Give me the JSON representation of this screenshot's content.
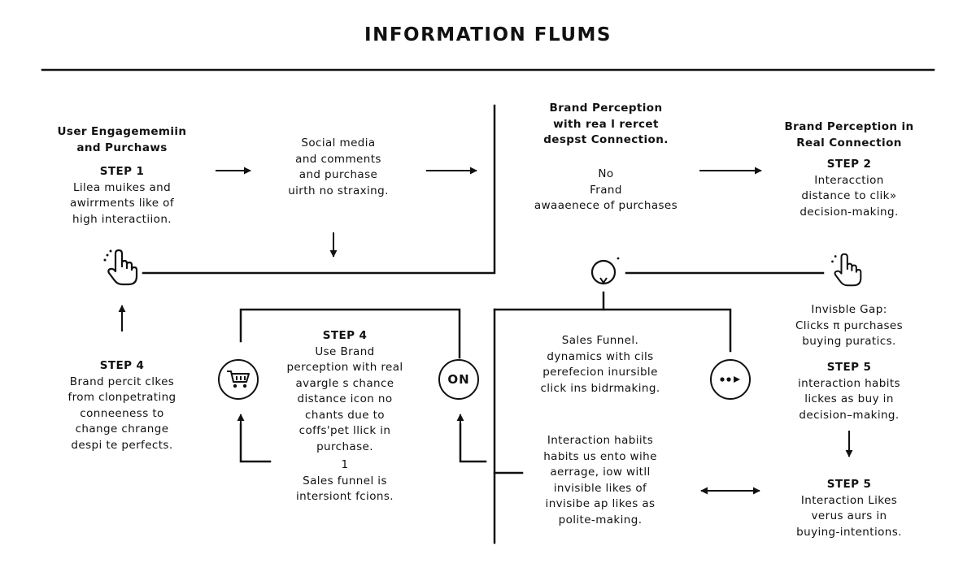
{
  "title": "INFORMATION FLUMS",
  "colors": {
    "ink": "#111111",
    "background": "#ffffff"
  },
  "blocks": {
    "user_engagement": {
      "heading": [
        "User Engagememiin",
        "and Purchaws"
      ],
      "step": "STEP 1",
      "body": [
        "Lilea muikes and",
        "awirrments like of",
        "high interactiion."
      ]
    },
    "social_media": {
      "body": [
        "Social media",
        "and comments",
        "and purchase",
        "uirth no straxing."
      ]
    },
    "brand_perception_top": {
      "body": [
        "Brand Perception",
        "with rea l rercet",
        "despst Connection."
      ]
    },
    "no_brand": {
      "body": [
        "No",
        "Frand",
        "awaaenece of purchases"
      ]
    },
    "brand_perception_right": {
      "heading": [
        "Brand Perception in",
        "Real Connection"
      ],
      "step": "STEP 2",
      "body": [
        "Interacction",
        "distance to clik»",
        "decision-making."
      ]
    },
    "step4_left": {
      "step": "STEP 4",
      "body": [
        "Brand percit clkes",
        "from clonpetrating",
        "conneeness to",
        "change chrange",
        "despi te perfects."
      ]
    },
    "step4_center": {
      "step": "STEP 4",
      "body": [
        "Use Brand",
        "perception with real",
        "avargle s chance",
        "distance icon no",
        "chants due to",
        "coffs'pet llick in",
        "purchase."
      ],
      "marker": "1",
      "footer": [
        "Sales funnel is",
        "intersiont fcions."
      ]
    },
    "sales_funnel": {
      "heading": [
        "Sales Funnel."
      ],
      "body": [
        "dynamics with cils",
        "perefecion inursible",
        "click ins bidrmaking."
      ]
    },
    "interaction_habits": {
      "heading": [
        "Interaction habiits"
      ],
      "body": [
        "habits us ento wihe",
        "aerrage, iow witll",
        "invisible likes of",
        "invisibe ap likes as",
        "polite-making."
      ]
    },
    "invisible_gap": {
      "body": [
        "Invisble Gap:",
        "Clicks π purchases",
        "buying puratics."
      ]
    },
    "step5_right": {
      "step": "STEP 5",
      "body": [
        "interaction habits",
        "lickes as buy in",
        "decision–making."
      ]
    },
    "step5_bottom": {
      "step": "STEP 5",
      "body": [
        "Interaction Likes",
        "verus aurs in",
        "buying-intentions."
      ]
    }
  },
  "icons": {
    "on_button": "ON",
    "cart": "shopping-cart-icon",
    "more": "more-dots-icon",
    "hand": "pointing-hand-icon",
    "bulb": "lightbulb-icon"
  }
}
